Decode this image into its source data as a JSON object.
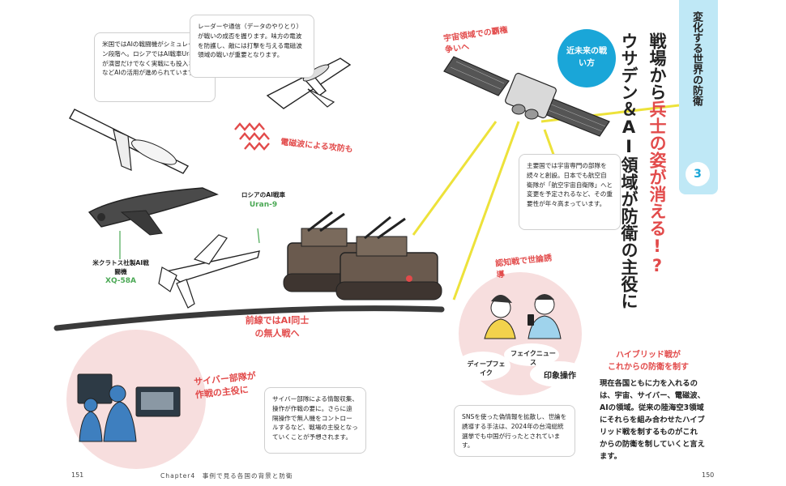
{
  "colors": {
    "accent_blue": "#1aa6d8",
    "panel_blue": "#bfe8f6",
    "title_red": "#e24a4a",
    "ground": "#3a3a3a",
    "ray": "#ede23a"
  },
  "notes": {
    "us_ai": "米国ではAIの戦闘機がシミュレーション段階へ。ロシアではAI戦車Uran-9が演習だけでなく実戦にも投入されるなどAIの活用が進められています。",
    "radar": "レーダーや通信（データのやりとり）が戦いの成否を握ります。味方の電波を防護し、敵には打撃を与える電磁波領域の戦いが重要となります。",
    "space": "主要国では宇宙専門の部隊を続々と創設。日本でも航空自衛隊が「航空宇宙自衛隊」へと変更を予定されるなど、その重要性が年々高まっています。",
    "cyber": "サイバー部隊による情報収集、操作が作戦の要に。さらに遠隔操作で無人機をコントロールするなど、戦場の主役となっていくことが予想されます。",
    "sns": "SNSを使った偽情報を拡散し、世論を誘導する手法は、2024年の台湾総統選挙でも中国が行ったとされています。"
  },
  "callouts": {
    "ew": "電磁波による攻防も",
    "space": "宇宙領域での覇権争いへ",
    "frontline": "前線ではAI同士の無人戦へ",
    "cyber": "サイバー部隊が作戦の主役に",
    "cognitive": "認知戦で世論誘導"
  },
  "labels": {
    "uran_prefix": "ロシアのAI戦車",
    "uran_name": "Uran-9",
    "xq_prefix": "米クラトス社製AI戦闘機",
    "xq_name": "XQ-58A",
    "deepfake": "ディープフェイク",
    "fakenews": "フェイクニュース",
    "manipulation": "印象操作"
  },
  "header": {
    "section_tab": "変化する世界の防衛",
    "section_number": "3",
    "badge": "近未来の戦い方",
    "title_line1_pre": "戦場から",
    "title_line1_red": "兵士の姿が消える!?",
    "title_line2": "ウサデン＆AI領域が防衛の主役に"
  },
  "hybrid": {
    "heading1": "ハイブリッド戦が",
    "heading2": "これからの防衛を制す",
    "body": "現在各国ともに力を入れるのは、宇宙、サイバー、電磁波、AIの領域。従来の陸海空3領域にそれらを組み合わせたハイブリッド戦を制するものがこれからの防衛を制していくと言えます。"
  },
  "footer": {
    "left_page": "151",
    "chapter": "Chapter4　事例で見る各国の背景と防衛",
    "right_page": "150"
  }
}
